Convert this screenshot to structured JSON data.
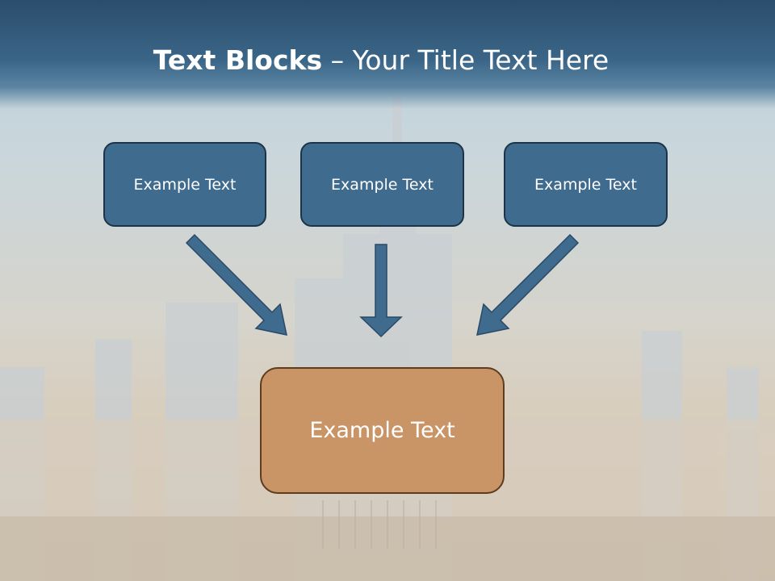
{
  "slide": {
    "title_bold": "Text Blocks",
    "title_rest": " – Your Title Text Here"
  },
  "diagram": {
    "source_boxes": [
      "Example Text",
      "Example Text",
      "Example Text"
    ],
    "target_box": "Example Text"
  },
  "colors": {
    "header": "#2b4d6c",
    "source_box_fill": "#3f6b8e",
    "source_box_border": "#1d3448",
    "target_box_fill": "#c99466",
    "target_box_border": "#5e3c1d",
    "arrow_fill": "#3f6b8e"
  }
}
